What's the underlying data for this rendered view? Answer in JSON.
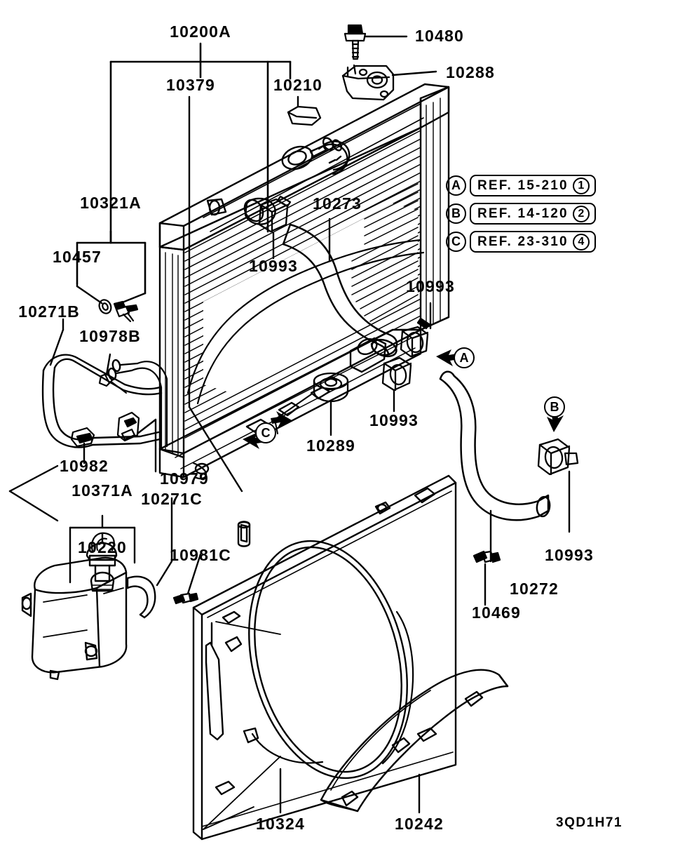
{
  "diagram": {
    "title": "Radiator and cooling system exploded parts diagram",
    "drawing_code": "3QD1H71"
  },
  "reference_legend": [
    {
      "key": "A",
      "text": "REF. 15-210",
      "number": "1"
    },
    {
      "key": "B",
      "text": "REF. 14-120",
      "number": "2"
    },
    {
      "key": "C",
      "text": "REF. 23-310",
      "number": "4"
    }
  ],
  "callout_marks": [
    {
      "id": "mark-a",
      "label": "A"
    },
    {
      "id": "mark-b",
      "label": "B"
    },
    {
      "id": "mark-c",
      "label": "C"
    }
  ],
  "part_labels": {
    "p10200A": "10200A",
    "p10379": "10379",
    "p10210": "10210",
    "p10480": "10480",
    "p10288": "10288",
    "p10321A": "10321A",
    "p10457": "10457",
    "p10271B": "10271B",
    "p10978B": "10978B",
    "p10273": "10273",
    "p10993_top": "10993",
    "p10993_upper_right": "10993",
    "p10993_mid": "10993",
    "p10993_lower_right": "10993",
    "p10289": "10289",
    "p10982": "10982",
    "p10979": "10979",
    "p10371A": "10371A",
    "p10271C": "10271C",
    "p10220": "10220",
    "p10981C": "10981C",
    "p10272": "10272",
    "p10469": "10469",
    "p10324": "10324",
    "p10242": "10242"
  }
}
